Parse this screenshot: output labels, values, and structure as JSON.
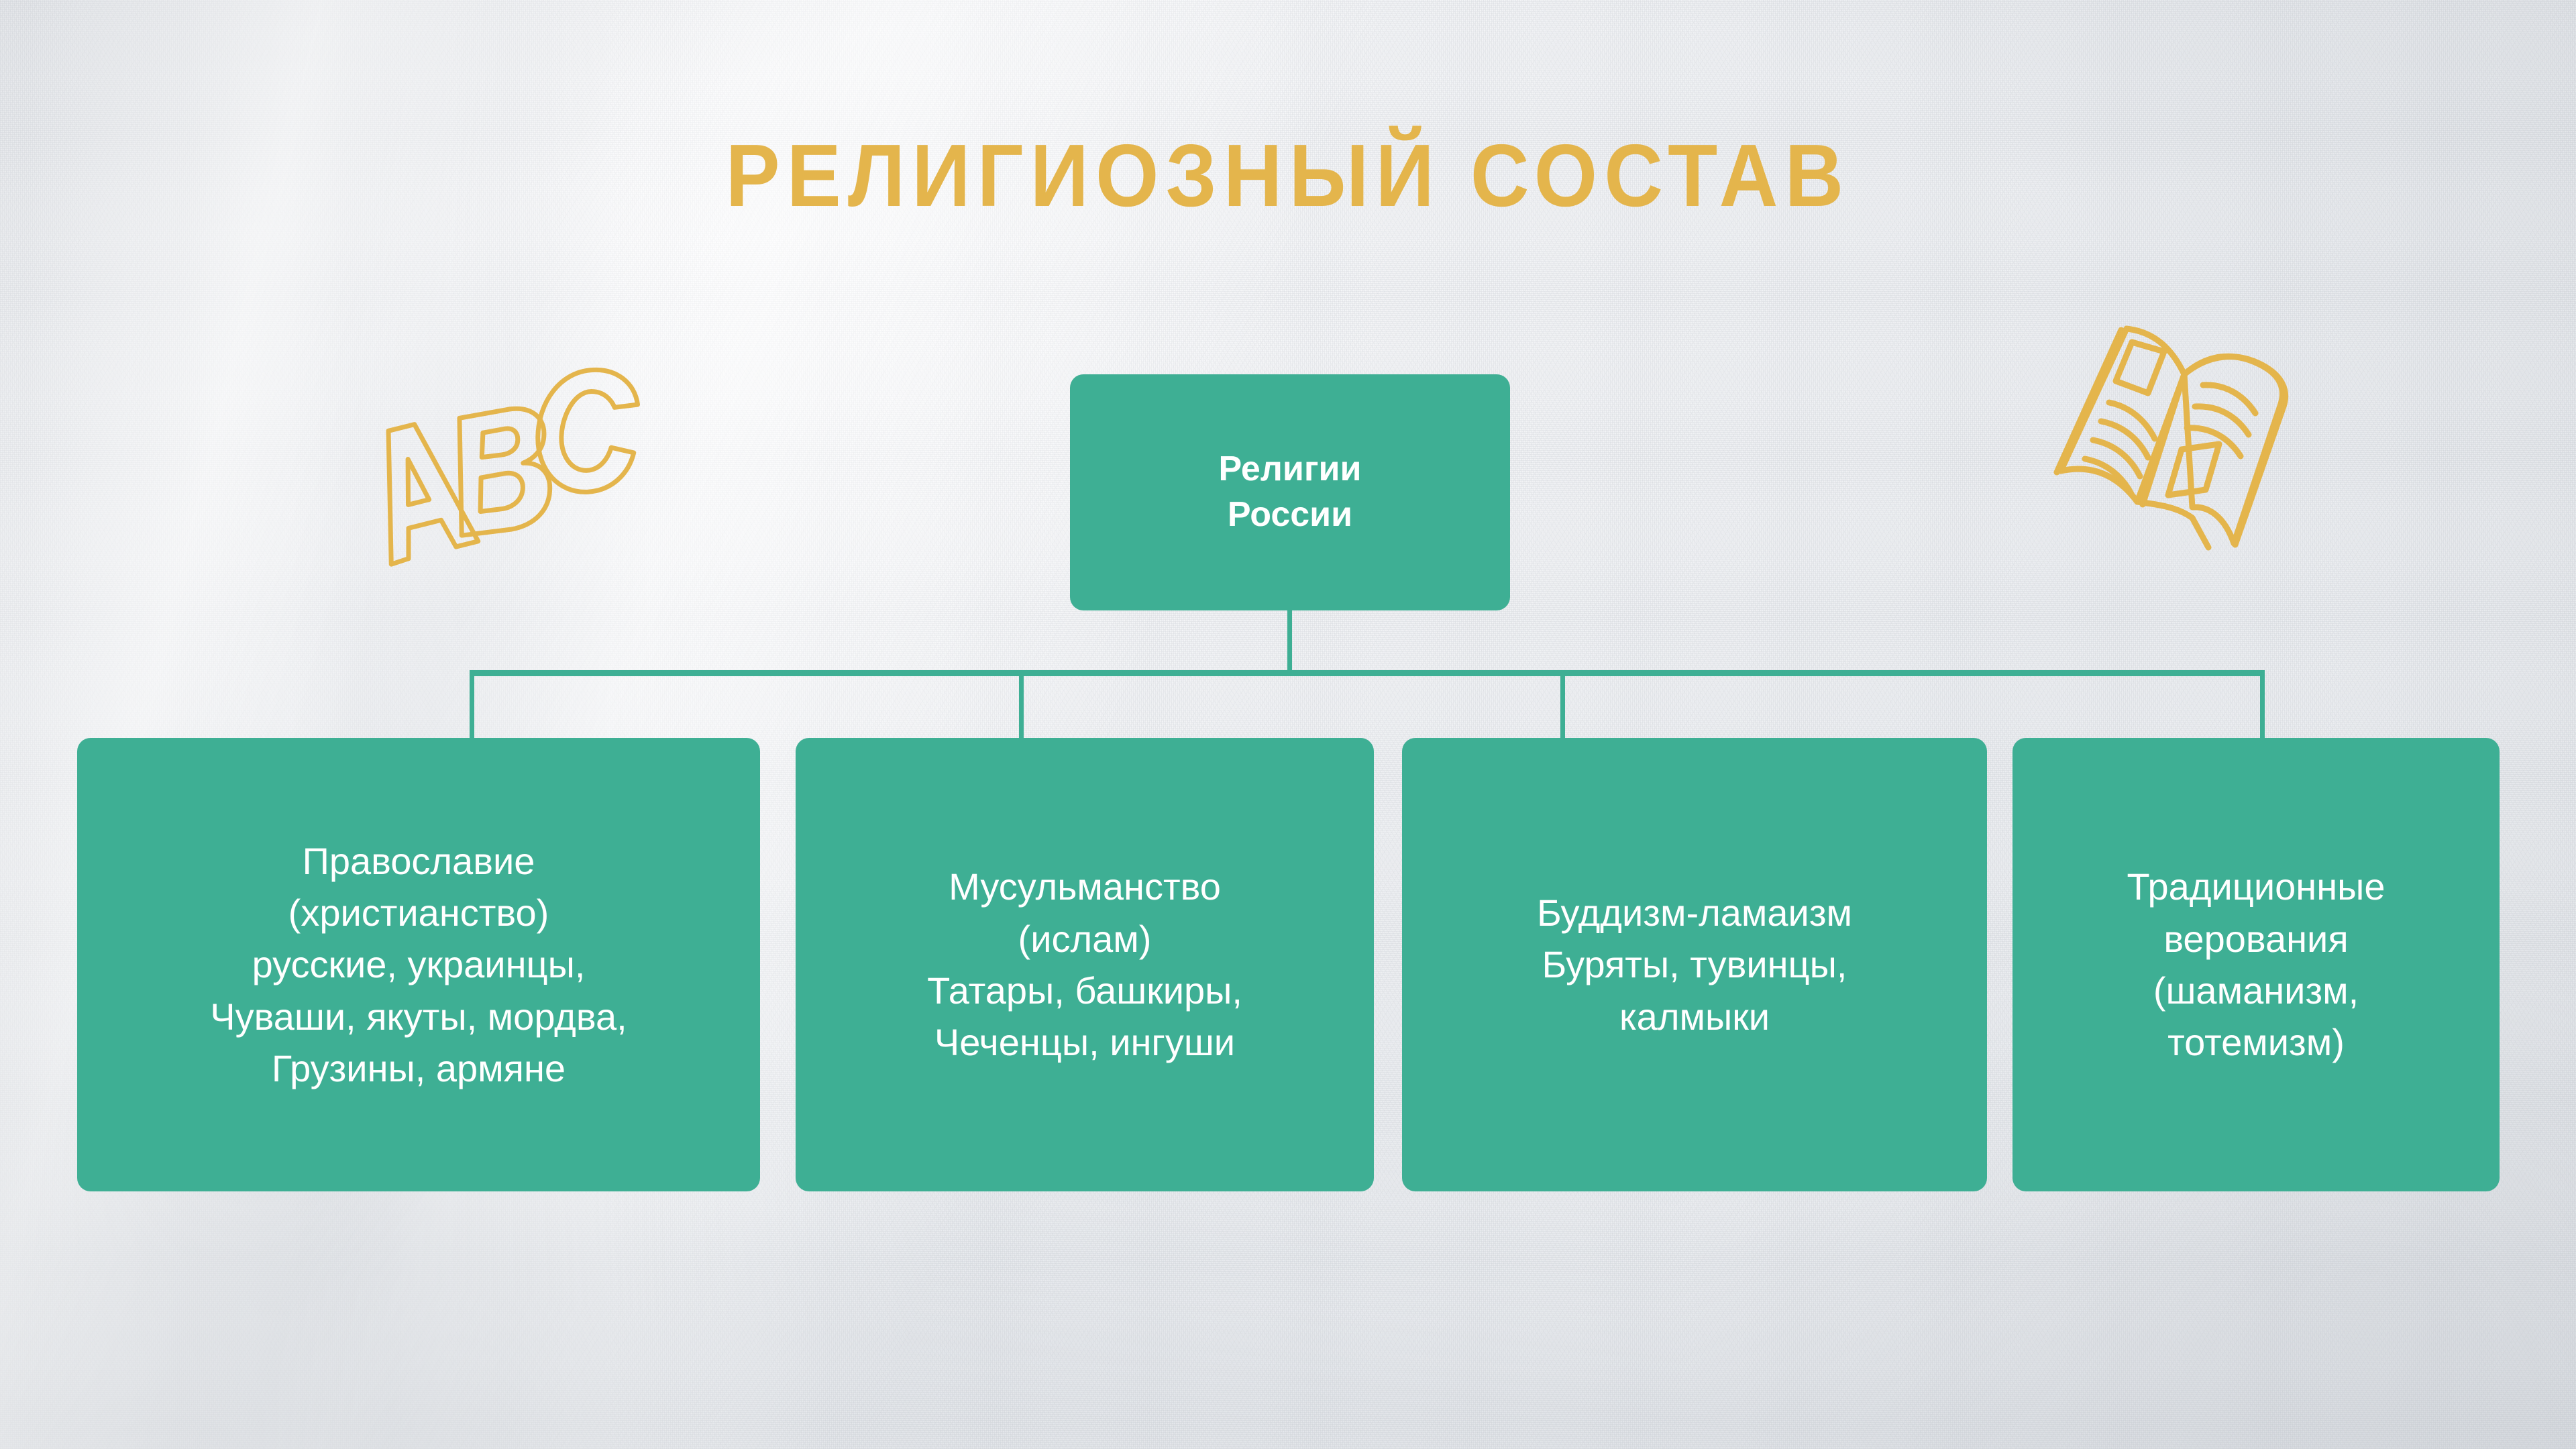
{
  "slide": {
    "title": "РЕЛИГИОЗНЫЙ СОСТАВ",
    "background_color": "#F1F2F4",
    "accent_color": "#E4B54C",
    "node_color": "#3EAF94",
    "node_text_color": "#FFFFFF"
  },
  "diagram": {
    "type": "hierarchy",
    "root": {
      "label": "Религии\nРоссии"
    },
    "children": [
      {
        "label": "Православие\n(христианство)\nрусские, украинцы,\nЧуваши, якуты, мордва,\nГрузины, армяне",
        "religion": "Православие (христианство)",
        "peoples": "русские, украинцы, Чуваши, якуты, мордва, Грузины, армяне"
      },
      {
        "label": "Мусульманство\n(ислам)\nТатары, башкиры,\nЧеченцы, ингуши",
        "religion": "Мусульманство (ислам)",
        "peoples": "Татары, башкиры, Чеченцы, ингуши"
      },
      {
        "label": "Буддизм-ламаизм\nБуряты, тувинцы,\nкалмыки",
        "religion": "Буддизм-ламаизм",
        "peoples": "Буряты, тувинцы, калмыки"
      },
      {
        "label": "Традиционные\nверования\n(шаманизм,\nтотемизм)",
        "religion": "Традиционные верования",
        "peoples": "(шаманизм, тотемизм)"
      }
    ]
  },
  "decorations": [
    {
      "name": "abc-letters-icon",
      "text": "ABC",
      "color": "#E4B54C",
      "position": "left"
    },
    {
      "name": "open-book-icon",
      "text": "",
      "color": "#E4B54C",
      "position": "right"
    }
  ]
}
